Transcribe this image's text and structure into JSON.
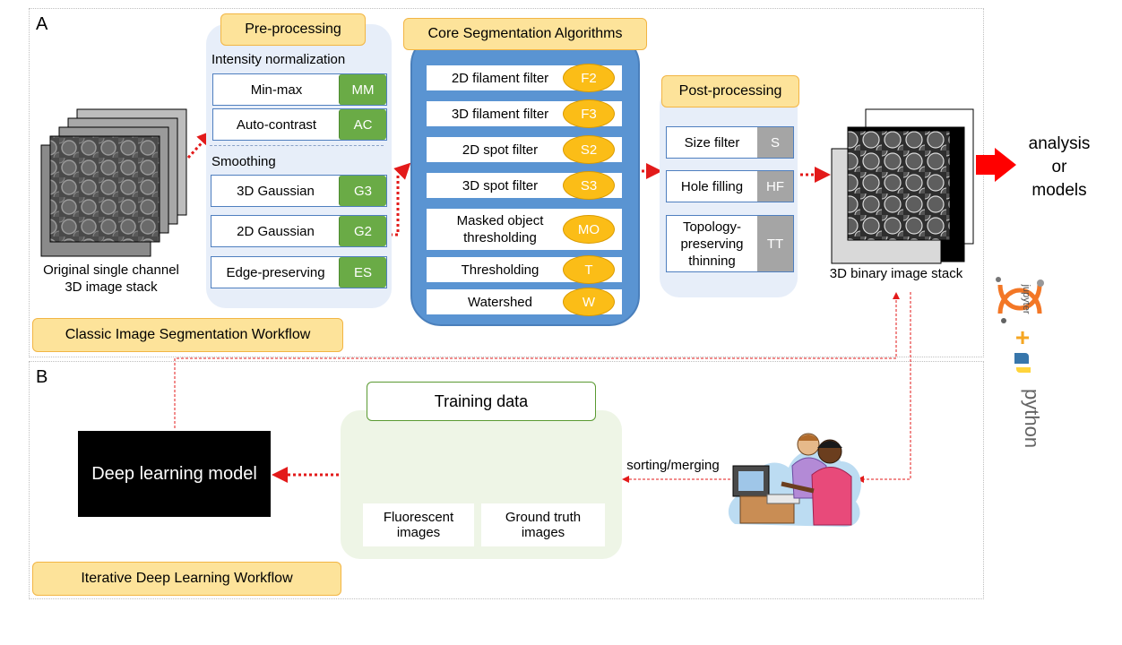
{
  "panel_a": {
    "letter": "A",
    "workflow_label": "Classic Image Segmentation Workflow",
    "input_caption": "Original single channel\n3D image stack",
    "preprocessing": {
      "title": "Pre-processing",
      "intensity_heading": "Intensity normalization",
      "intensity_items": [
        {
          "label": "Min-max",
          "code": "MM"
        },
        {
          "label": "Auto-contrast",
          "code": "AC"
        }
      ],
      "smoothing_heading": "Smoothing",
      "smoothing_items": [
        {
          "label": "3D Gaussian",
          "code": "G3"
        },
        {
          "label": "2D Gaussian",
          "code": "G2"
        },
        {
          "label": "Edge-preserving",
          "code": "ES"
        }
      ]
    },
    "core": {
      "title": "Core Segmentation  Algorithms",
      "items": [
        {
          "label": "2D filament filter",
          "code": "F2"
        },
        {
          "label": "3D filament filter",
          "code": "F3"
        },
        {
          "label": "2D spot filter",
          "code": "S2"
        },
        {
          "label": "3D spot filter",
          "code": "S3"
        },
        {
          "label": "Masked object\nthresholding",
          "code": "MO"
        },
        {
          "label": "Thresholding",
          "code": "T"
        },
        {
          "label": "Watershed",
          "code": "W"
        }
      ]
    },
    "postprocessing": {
      "title": "Post-processing",
      "items": [
        {
          "label": "Size filter",
          "code": "S"
        },
        {
          "label": "Hole filling",
          "code": "HF"
        },
        {
          "label": "Topology-\npreserving\nthinning",
          "code": "TT"
        }
      ]
    },
    "output_caption": "3D binary image stack",
    "output_arrow_label": "analysis\nor\nmodels"
  },
  "panel_b": {
    "letter": "B",
    "workflow_label": "Iterative Deep Learning Workflow",
    "model_label": "Deep learning model",
    "training": {
      "title": "Training data",
      "left_caption": "Fluorescent\nimages",
      "right_caption": "Ground truth\nimages"
    },
    "sorting_label": "sorting/merging"
  },
  "logos": {
    "jupyter_text": "jupyter",
    "plus": "+",
    "python_text": "python"
  },
  "colors": {
    "tag_fill": "#fde39a",
    "green_badge": "#6aab46",
    "core_blue": "#5a94d2",
    "orange_badge": "#fbbd17",
    "gray_badge": "#a5a5a5",
    "arrow_red": "#e31a1a"
  }
}
